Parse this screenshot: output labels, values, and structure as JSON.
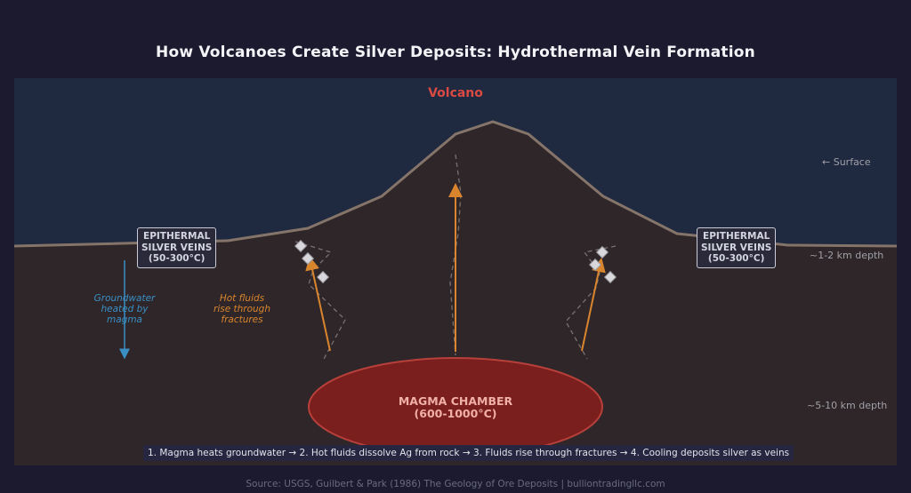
{
  "title": "How Volcanoes Create Silver Deposits: Hydrothermal Vein Formation",
  "volcano_label": "Volcano",
  "depth_labels": {
    "surface": "← Surface",
    "shallow": "~1-2 km depth",
    "deep": "~5-10 km depth"
  },
  "veins_left": {
    "line1": "EPITHERMAL",
    "line2": "SILVER VEINS",
    "line3": "(50-300°C)"
  },
  "veins_right": {
    "line1": "EPITHERMAL",
    "line2": "SILVER VEINS",
    "line3": "(50-300°C)"
  },
  "groundwater": {
    "line1": "Groundwater",
    "line2": "heated by",
    "line3": "magma"
  },
  "hot_fluids": {
    "line1": "Hot fluids",
    "line2": "rise through",
    "line3": "fractures"
  },
  "magma": {
    "line1": "MAGMA CHAMBER",
    "line2": "(600-1000°C)"
  },
  "steps": "1. Magma heats groundwater → 2. Hot fluids dissolve Ag from rock → 3. Fluids rise through fractures → 4. Cooling deposits silver as veins",
  "source": "Source: USGS, Guilbert & Park (1986) The Geology of Ore Deposits  |  bulliontradingllc.com",
  "colors": {
    "sky": "#1f2940",
    "ground": "#2e2628",
    "magma": "#7a1e1e",
    "magma_edge": "#b8403a",
    "fluid_arrow": "#d9852e",
    "groundwater_arrow": "#3a8fc4",
    "volcano_label": "#d94a43"
  }
}
